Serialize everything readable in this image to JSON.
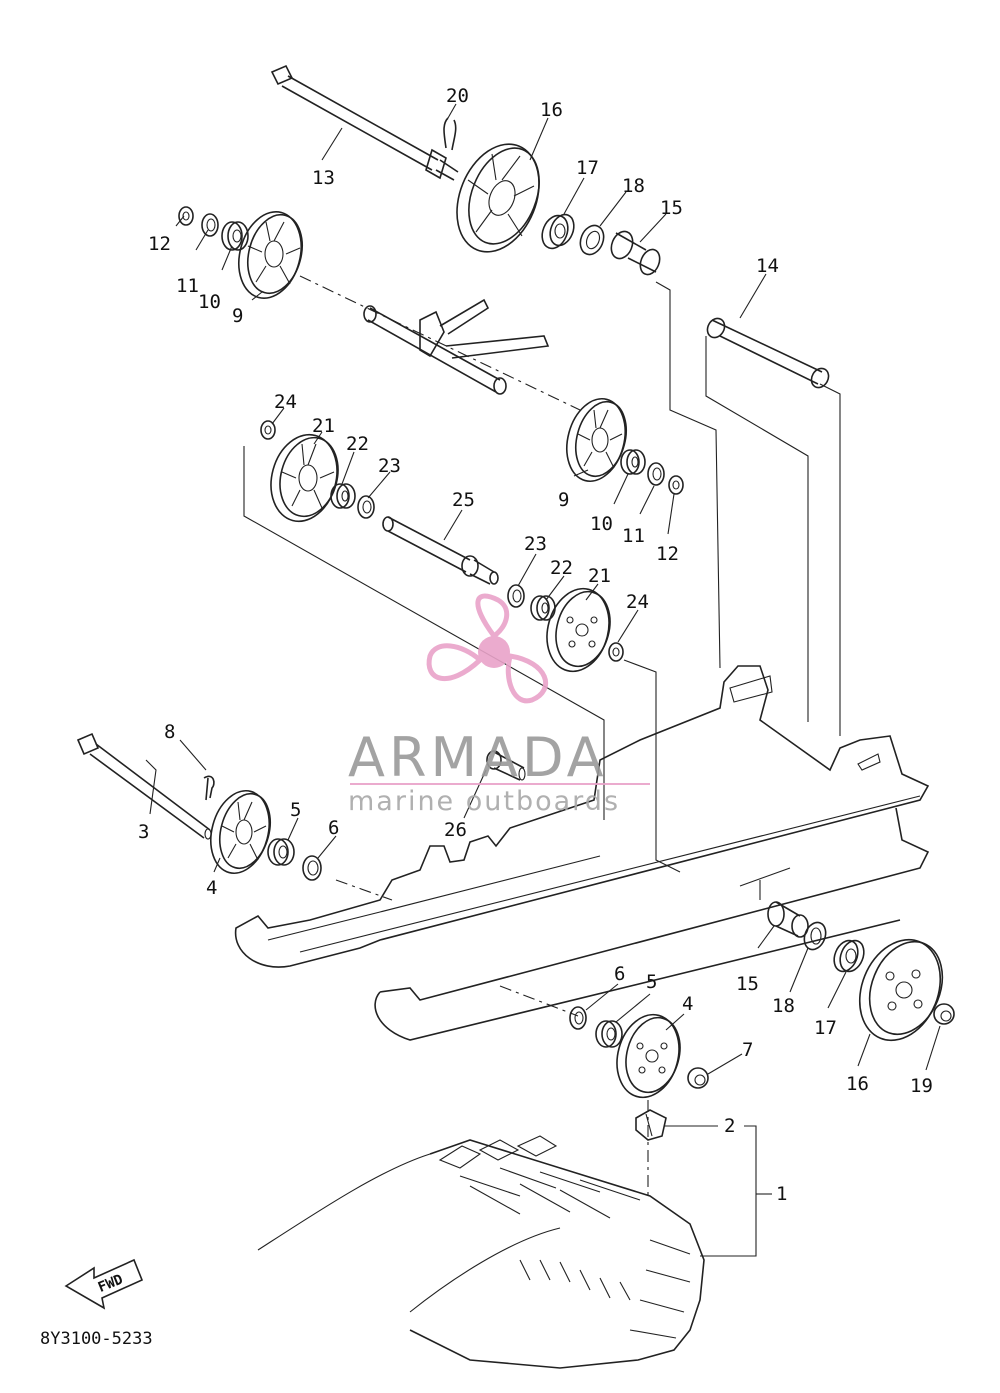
{
  "watermark": {
    "brand": "ARMADA",
    "tagline": "marine outboards",
    "logo_color": "#e9a3c9",
    "text_color": "#9a9a9a"
  },
  "diagram_code": "8Y3100-5233",
  "direction_arrow": {
    "label": "FWD",
    "icon": "fwd-arrow-icon"
  },
  "callouts": {
    "c1": "1",
    "c2": "2",
    "c3": "3",
    "c4a": "4",
    "c4b": "4",
    "c5a": "5",
    "c5b": "5",
    "c6a": "6",
    "c6b": "6",
    "c7": "7",
    "c8": "8",
    "c9a": "9",
    "c9b": "9",
    "c10a": "10",
    "c10b": "10",
    "c11a": "11",
    "c11b": "11",
    "c12a": "12",
    "c12b": "12",
    "c13": "13",
    "c14": "14",
    "c15a": "15",
    "c15b": "15",
    "c16a": "16",
    "c16b": "16",
    "c17a": "17",
    "c17b": "17",
    "c18a": "18",
    "c18b": "18",
    "c19": "19",
    "c20": "20",
    "c21a": "21",
    "c21b": "21",
    "c22a": "22",
    "c22b": "22",
    "c23a": "23",
    "c23b": "23",
    "c24a": "24",
    "c24b": "24",
    "c25": "25",
    "c26": "26"
  }
}
